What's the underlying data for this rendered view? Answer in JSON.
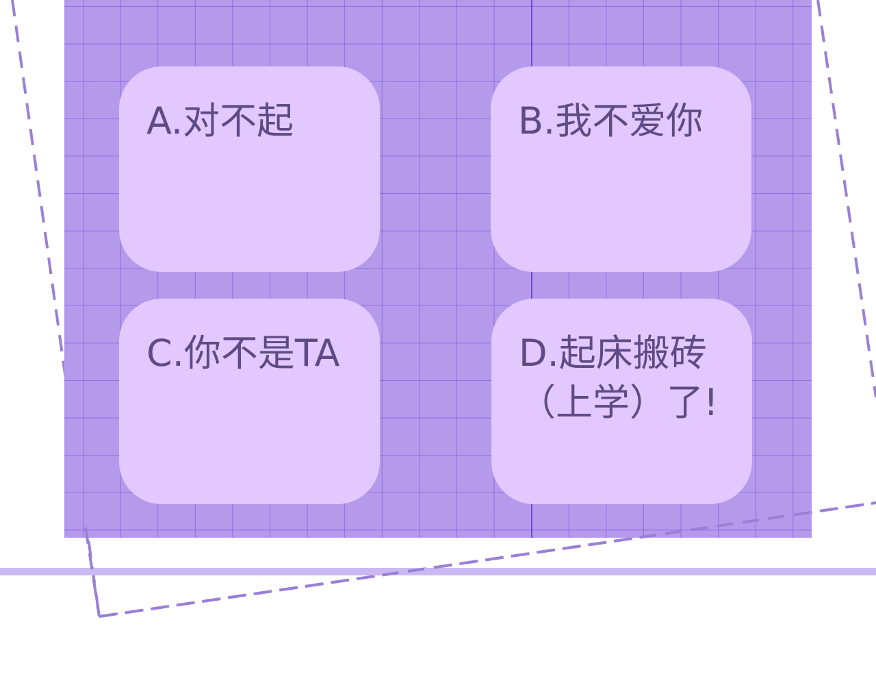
{
  "quiz": {
    "options": [
      {
        "key": "A",
        "label": "A.对不起"
      },
      {
        "key": "B",
        "label": "B.我不爱你"
      },
      {
        "key": "C",
        "label": "C.你不是TA"
      },
      {
        "key": "D",
        "label": "D.起床搬砖（上学）了!"
      }
    ]
  },
  "colors": {
    "grid_background": "#b59aec",
    "grid_lines": "#6e4bd2",
    "card_background": "#e2c8fe",
    "card_text": "#5e4b85",
    "dashed_frame": "#9a7fd6",
    "bottom_band": "#cbb8f3"
  }
}
